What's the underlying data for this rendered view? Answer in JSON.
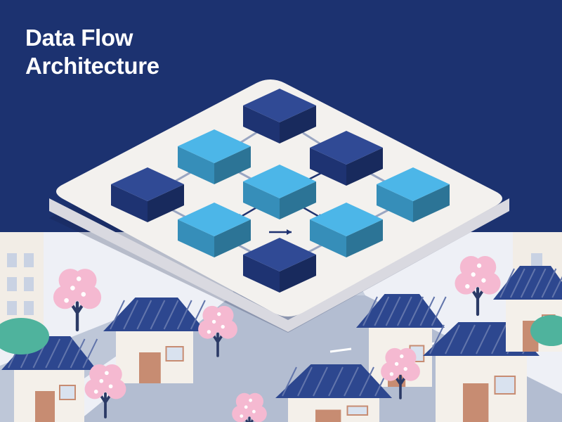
{
  "title": {
    "line1": "Data Flow",
    "line2": "Architecture"
  },
  "colors": {
    "background": "#1c3270",
    "platform": "#f3f1ee",
    "platform_edge": "#d9d9e0",
    "node_dark": "#25408f",
    "node_light": "#43b2e7",
    "street": "#b3bdd1",
    "roof": "#2d478f",
    "blossom": "#f5b9d1",
    "wall": "#c78c72"
  },
  "diagram": {
    "nodes": [
      {
        "id": "n1",
        "tone": "dark",
        "icon": "storage-block-icon"
      },
      {
        "id": "n2",
        "tone": "light",
        "icon": "storage-block-icon"
      },
      {
        "id": "n3",
        "tone": "dark",
        "icon": "storage-block-icon"
      },
      {
        "id": "n4",
        "tone": "dark",
        "icon": "storage-block-icon"
      },
      {
        "id": "n5",
        "tone": "light",
        "icon": "storage-block-icon"
      },
      {
        "id": "n6",
        "tone": "light",
        "icon": "storage-block-icon"
      },
      {
        "id": "n7",
        "tone": "light",
        "icon": "storage-block-icon"
      },
      {
        "id": "n8",
        "tone": "light",
        "icon": "storage-block-icon"
      },
      {
        "id": "n9",
        "tone": "dark",
        "icon": "storage-block-icon"
      }
    ],
    "links": [
      {
        "from": "n2",
        "to": "n5",
        "directed": true
      },
      {
        "from": "n3",
        "to": "n5",
        "directed": true
      },
      {
        "from": "n5",
        "to": "n7",
        "directed": true
      },
      {
        "from": "n7",
        "to": "n8",
        "directed": true
      },
      {
        "from": "n5",
        "to": "n8",
        "directed": true
      },
      {
        "from": "n1",
        "to": "n2",
        "directed": false
      },
      {
        "from": "n1",
        "to": "n3",
        "directed": false
      },
      {
        "from": "n4",
        "to": "n2",
        "directed": false
      },
      {
        "from": "n4",
        "to": "n7",
        "directed": false
      },
      {
        "from": "n3",
        "to": "n6",
        "directed": false
      },
      {
        "from": "n6",
        "to": "n8",
        "directed": false
      },
      {
        "from": "n7",
        "to": "n9",
        "directed": false
      },
      {
        "from": "n8",
        "to": "n9",
        "directed": false
      },
      {
        "from": "n2",
        "to": "n5",
        "directed": false
      }
    ]
  }
}
